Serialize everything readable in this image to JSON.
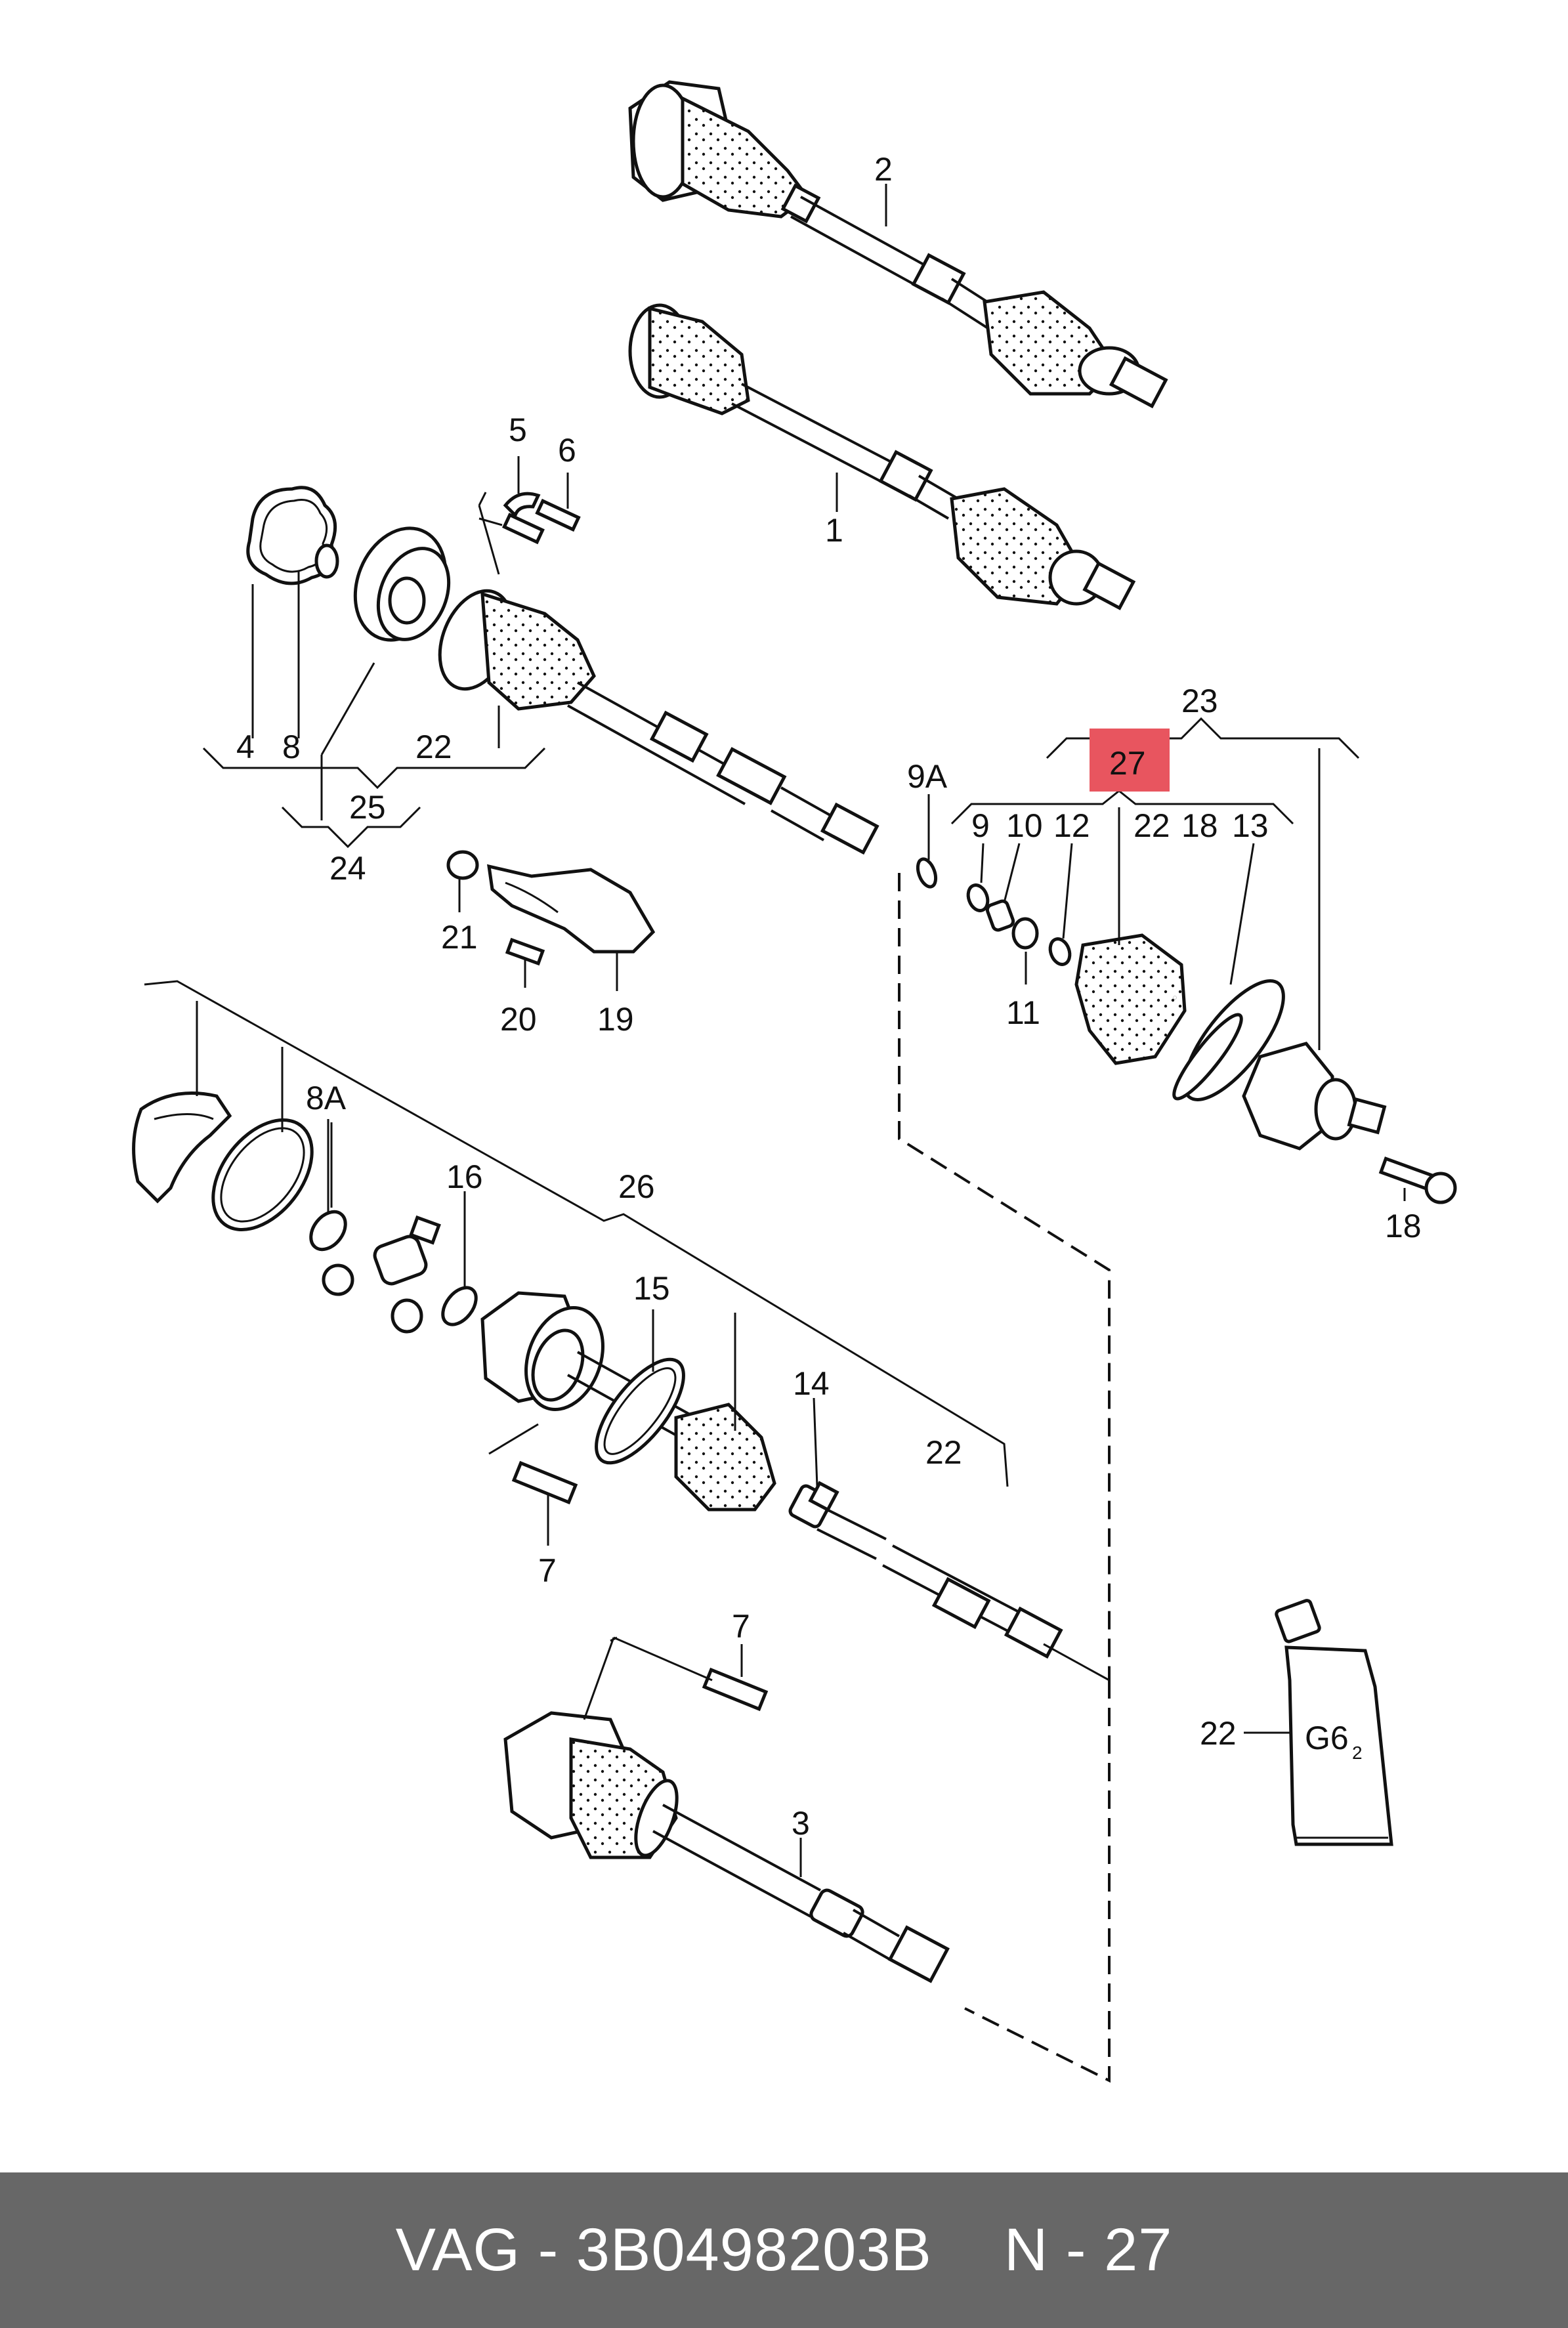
{
  "colors": {
    "highlight": "#e8555f",
    "footer_bg": "#676767",
    "footer_text": "#ffffff",
    "ink": "#111111"
  },
  "footer": {
    "part_ref": "VAG - 3B0498203B",
    "diagram_ref": "N - 27"
  },
  "callouts": {
    "c1": "1",
    "c2": "2",
    "c3": "3",
    "c4": "4",
    "c5": "5",
    "c6": "6",
    "c7a": "7",
    "c7b": "7",
    "c8": "8",
    "c8a": "8A",
    "c9": "9",
    "c9a": "9A",
    "c10": "10",
    "c11": "11",
    "c12": "12",
    "c13": "13",
    "c14": "14",
    "c15": "15",
    "c16": "16",
    "c18a": "18",
    "c18b": "18",
    "c19": "19",
    "c20": "20",
    "c21": "21",
    "c22a": "22",
    "c22b": "22",
    "c22c": "22",
    "c22d": "22",
    "c23": "23",
    "c24": "24",
    "c25": "25",
    "c26": "26",
    "c27": "27"
  },
  "tube_label": "G6",
  "tube_label_sub": "2"
}
